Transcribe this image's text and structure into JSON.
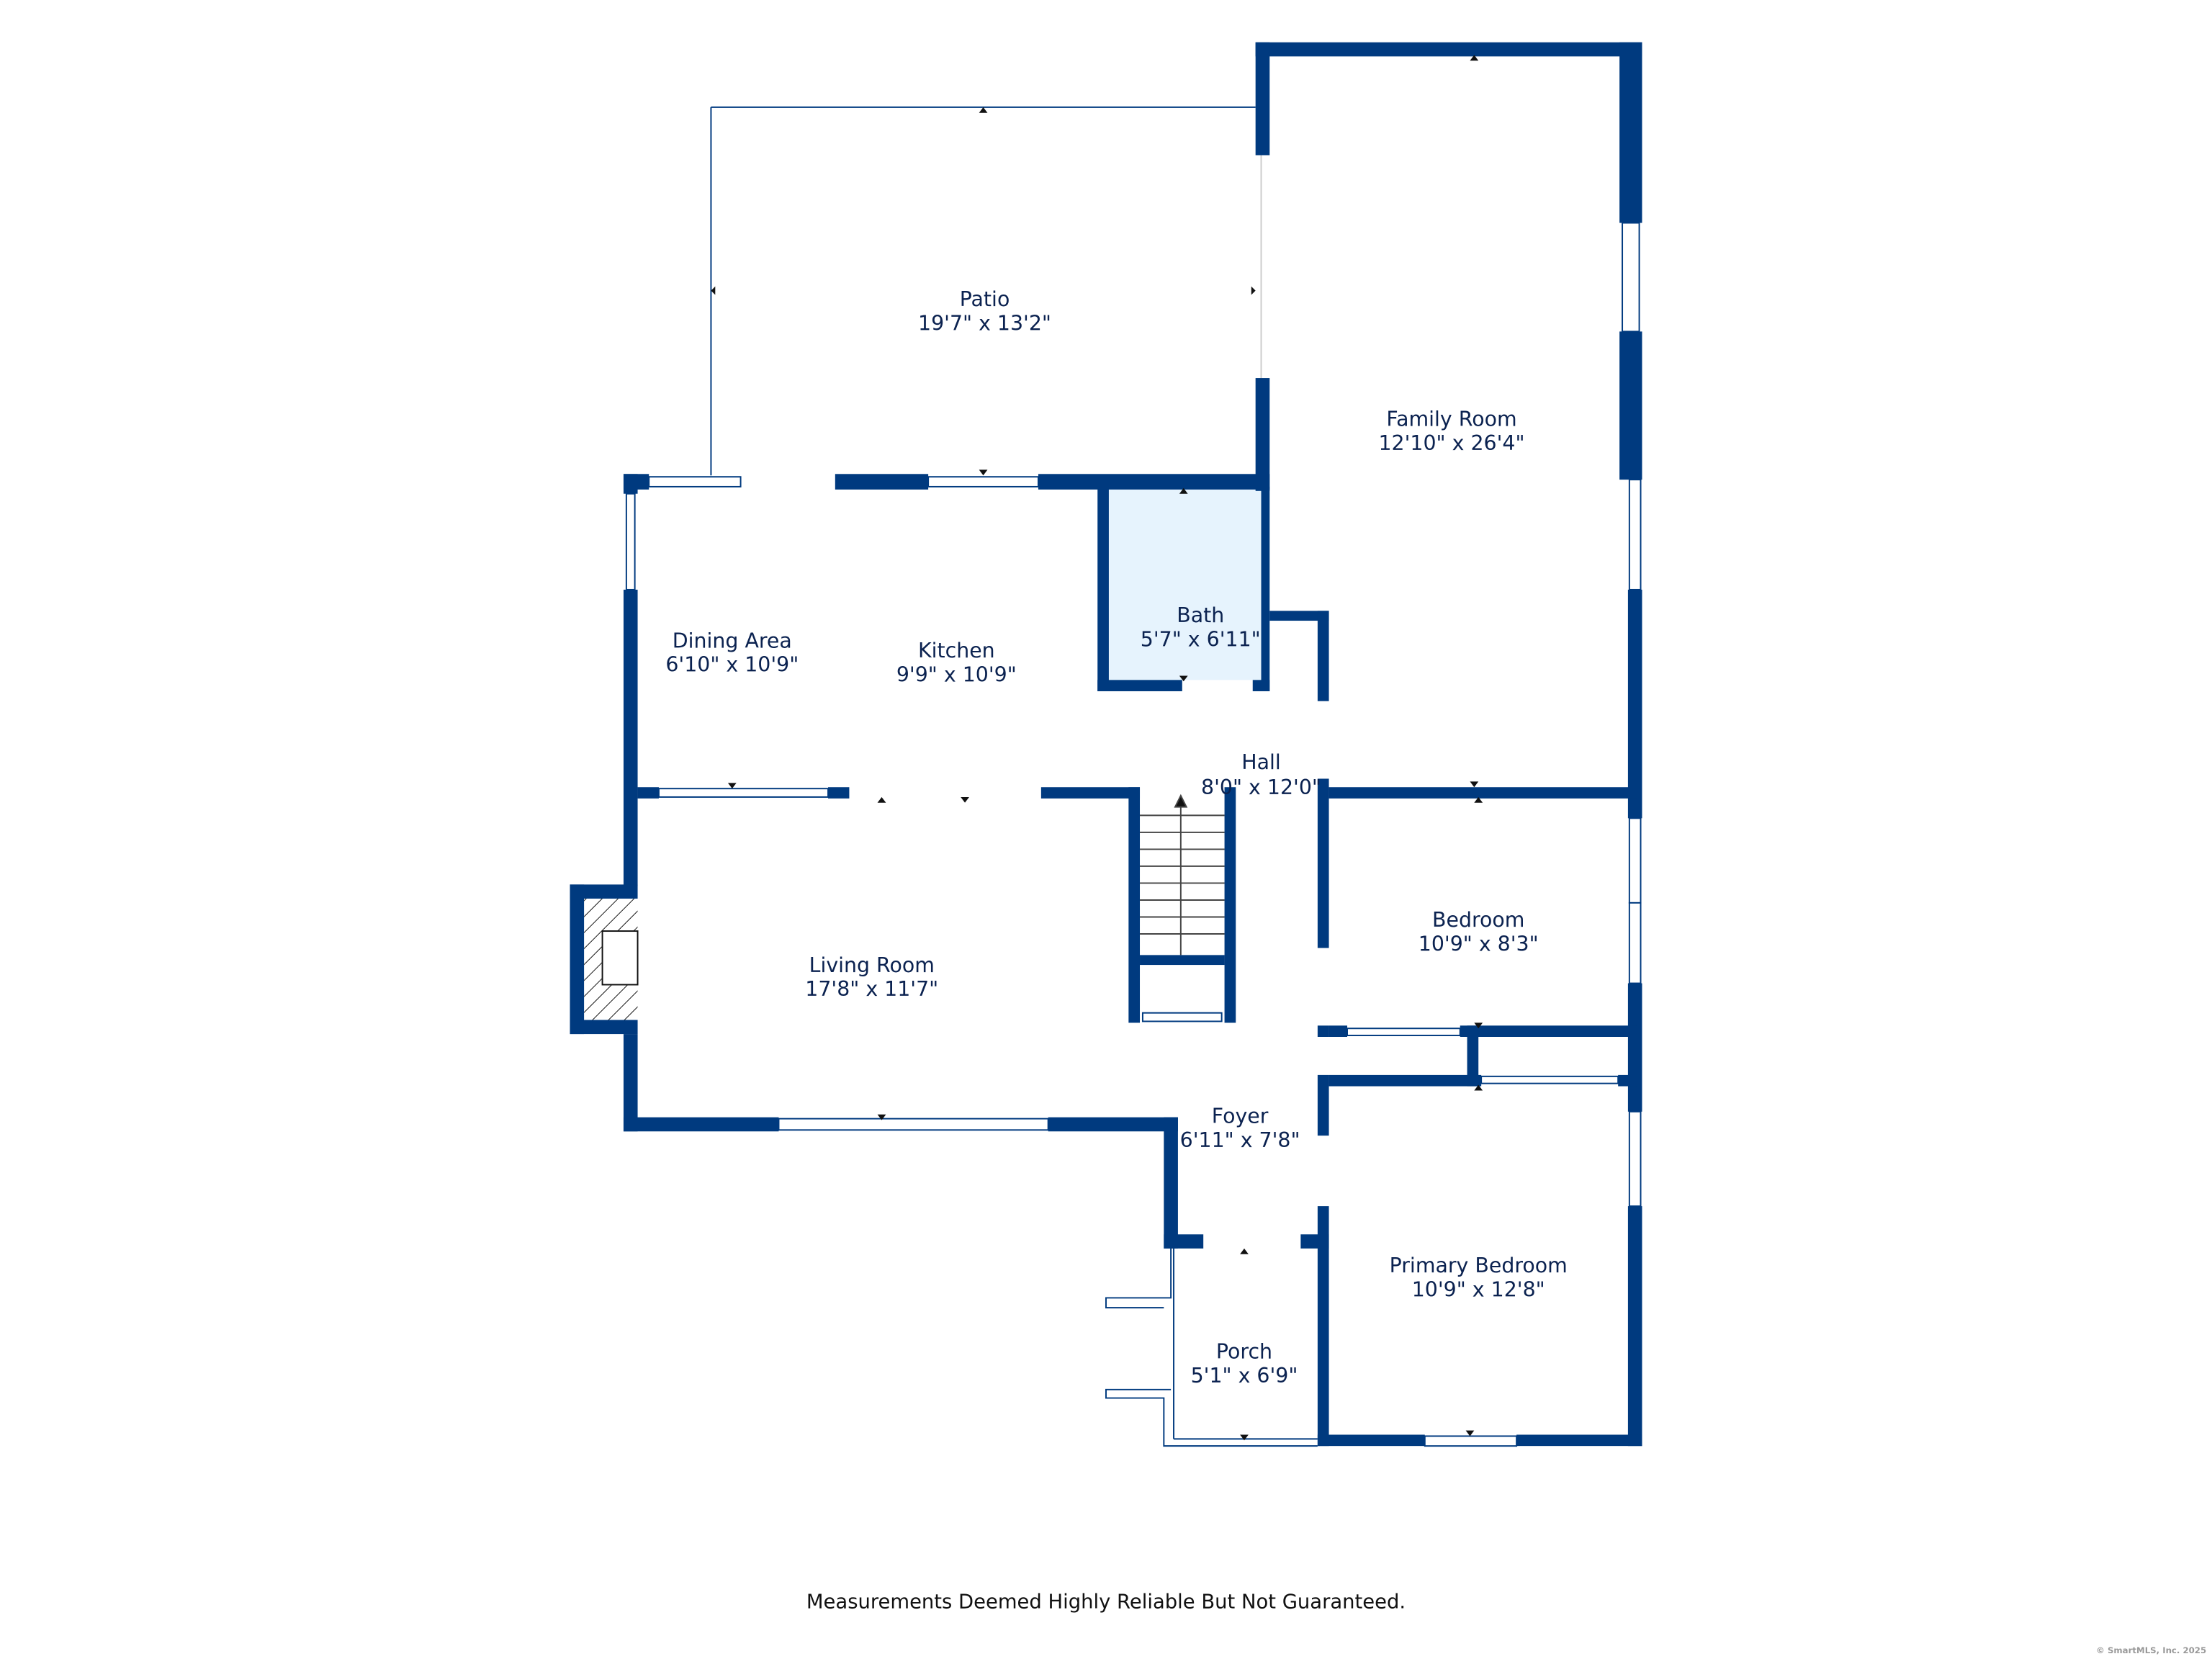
{
  "rooms": [
    {
      "name": "Patio",
      "size": "19'7\" x 13'2\""
    },
    {
      "name": "Family Room",
      "size": "12'10\" x 26'4\""
    },
    {
      "name": "Bath",
      "size": "5'7\" x 6'11\""
    },
    {
      "name": "Dining Area",
      "size": "6'10\" x 10'9\""
    },
    {
      "name": "Kitchen",
      "size": "9'9\" x 10'9\""
    },
    {
      "name": "Hall",
      "size": "8'0\" x 12'0\""
    },
    {
      "name": "Bedroom",
      "size": "10'9\" x 8'3\""
    },
    {
      "name": "Living Room",
      "size": "17'8\" x 11'7\""
    },
    {
      "name": "Foyer",
      "size": "6'11\" x 7'8\""
    },
    {
      "name": "Primary Bedroom",
      "size": "10'9\" x 12'8\""
    },
    {
      "name": "Porch",
      "size": "5'1\" x 6'9\""
    }
  ],
  "footer": "Measurements Deemed Highly Reliable But Not Guaranteed.",
  "copyright": "© SmartMLS, Inc.  2025",
  "colors": {
    "wall": "#003a7f",
    "bath_fill": "#e6f3fd"
  }
}
